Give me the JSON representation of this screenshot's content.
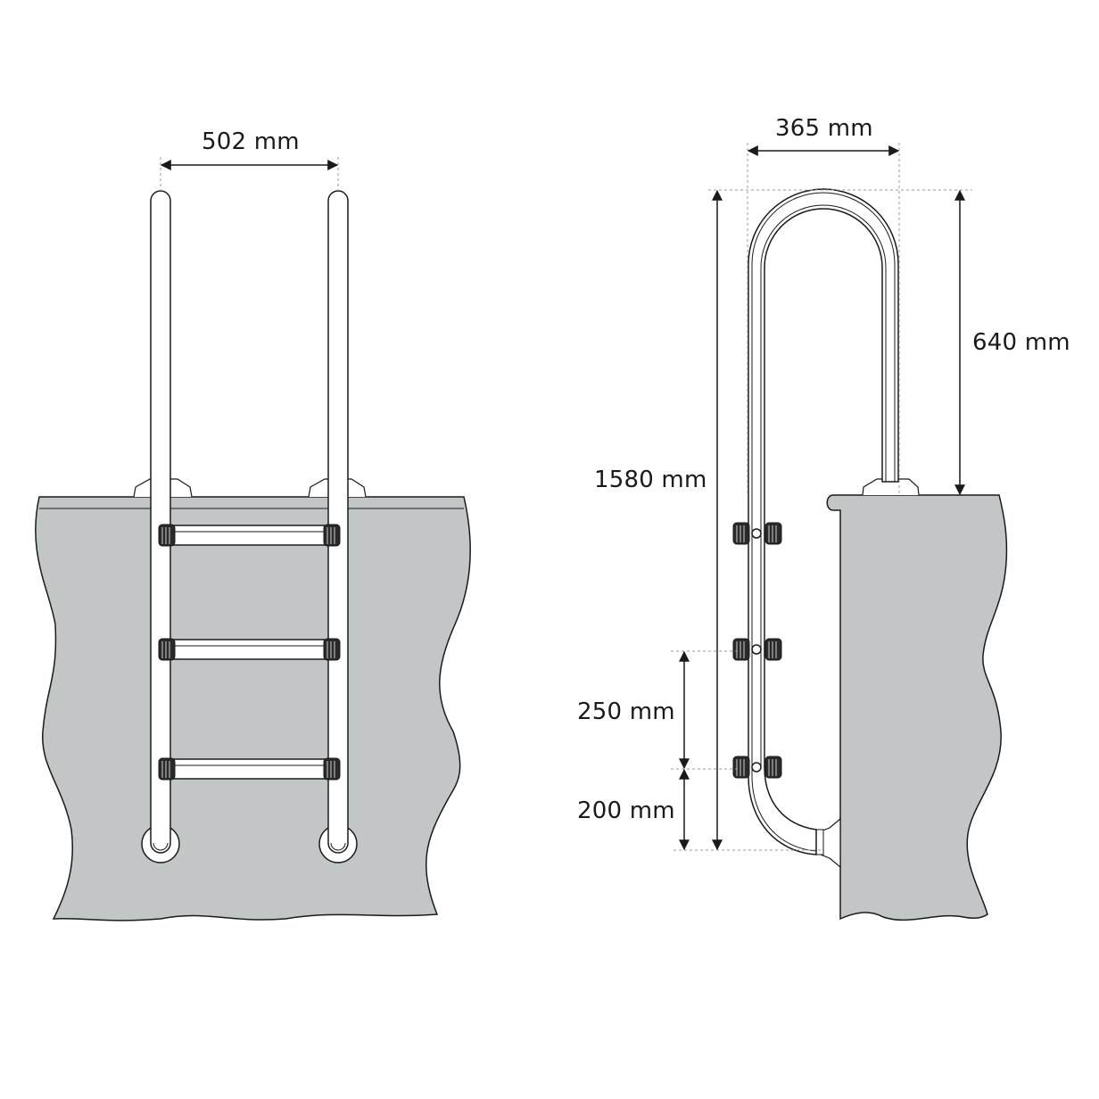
{
  "diagram": {
    "subject": "swimming pool ladder technical drawing",
    "colors": {
      "stroke": "#1a1a1a",
      "pool_wall": "#c3c6c6",
      "background": "#ffffff",
      "guide": "#9a9a9a",
      "ladder": "#ffffff"
    },
    "views": {
      "front": {
        "steps": 3,
        "dimensions": {
          "width": "502 mm"
        }
      },
      "side": {
        "steps": 3,
        "dimensions": {
          "depth": "365 mm",
          "total_height": "1580 mm",
          "handrail_height": "640 mm",
          "step_spacing": "250 mm",
          "bottom_clearance": "200 mm"
        }
      }
    }
  }
}
